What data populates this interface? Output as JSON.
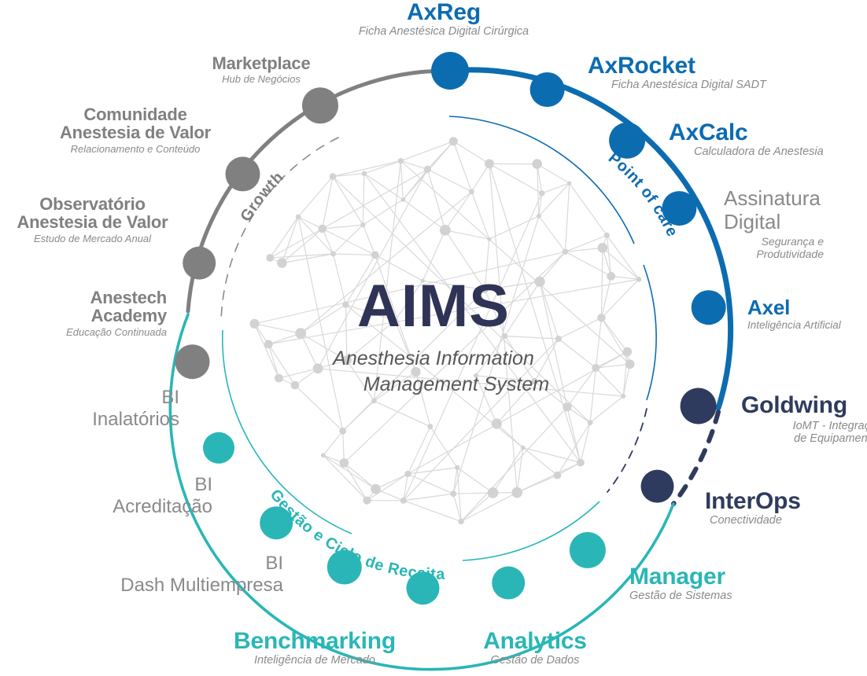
{
  "center": {
    "acronym": "AIMS",
    "expansion_line1": "Anesthesia Information",
    "expansion_line2": "Management System"
  },
  "arc_labels": {
    "growth": "Growth",
    "point_of_care": "Point of care",
    "revenue": "Gestão e Ciclo de Receita"
  },
  "colors": {
    "blue": "#0c6cb0",
    "teal": "#2ab6b6",
    "navy": "#2f3b5e",
    "gray": "#808080",
    "light_gray": "#d4d4d4",
    "navy_text": "#2f3356",
    "subtitle_gray": "#8a8a8a"
  },
  "nodes": [
    {
      "id": "axreg",
      "title": "AxReg",
      "title2": "",
      "subtitle": "Ficha Anestésica Digital Cirúrgica",
      "group": "point_of_care",
      "color": "#0c6cb0",
      "style": "brand"
    },
    {
      "id": "axrocket",
      "title": "AxRocket",
      "title2": "",
      "subtitle": "Ficha Anestésica Digital SADT",
      "group": "point_of_care",
      "color": "#0c6cb0",
      "style": "brand"
    },
    {
      "id": "axcalc",
      "title": "AxCalc",
      "title2": "",
      "subtitle": "Calculadora de Anestesia",
      "group": "point_of_care",
      "color": "#0c6cb0",
      "style": "brand"
    },
    {
      "id": "assinatura",
      "title": "Assinatura",
      "title2": "Digital",
      "subtitle": "Segurança e\nProdutividade",
      "group": "point_of_care",
      "color": "#8a8a8a",
      "style": "plain"
    },
    {
      "id": "axel",
      "title": "Axel",
      "title2": "",
      "subtitle": "Inteligência Artificial",
      "group": "point_of_care",
      "color": "#0c6cb0",
      "style": "brand"
    },
    {
      "id": "goldwing",
      "title": "Goldwing",
      "title2": "",
      "subtitle": "IoMT - Integração\nde Equipamentos",
      "group": "interop",
      "color": "#2f3b5e",
      "style": "brand"
    },
    {
      "id": "interops",
      "title": "InterOps",
      "title2": "",
      "subtitle": "Conectividade",
      "group": "interop",
      "color": "#2f3b5e",
      "style": "brand"
    },
    {
      "id": "manager",
      "title": "Manager",
      "title2": "",
      "subtitle": "Gestão de Sistemas",
      "group": "revenue",
      "color": "#2ab6b6",
      "style": "brand"
    },
    {
      "id": "analytics",
      "title": "Analytics",
      "title2": "",
      "subtitle": "Gestão de Dados",
      "group": "revenue",
      "color": "#2ab6b6",
      "style": "brand"
    },
    {
      "id": "benchmarking",
      "title": "Benchmarking",
      "title2": "",
      "subtitle": "Inteligência de Mercado",
      "group": "revenue",
      "color": "#2ab6b6",
      "style": "brand"
    },
    {
      "id": "bi-dash",
      "title": "BI",
      "title2": "Dash Multiempresa",
      "subtitle": "",
      "group": "revenue",
      "color": "#8a8a8a",
      "style": "plain"
    },
    {
      "id": "bi-acred",
      "title": "BI",
      "title2": "Acreditação",
      "subtitle": "",
      "group": "revenue",
      "color": "#8a8a8a",
      "style": "plain"
    },
    {
      "id": "bi-inal",
      "title": "BI",
      "title2": "Inalatórios",
      "subtitle": "",
      "group": "revenue",
      "color": "#8a8a8a",
      "style": "plain"
    },
    {
      "id": "academy",
      "title": "Anestech",
      "title2": "Academy",
      "subtitle": "Educação Continuada",
      "group": "growth",
      "color": "#808080",
      "style": "brand"
    },
    {
      "id": "observatorio",
      "title": "Observatório",
      "title2": "Anestesia de Valor",
      "subtitle": "Estudo de Mercado Anual",
      "group": "growth",
      "color": "#808080",
      "style": "brand"
    },
    {
      "id": "comunidade",
      "title": "Comunidade",
      "title2": "Anestesia de Valor",
      "subtitle": "Relacionamento e Conteúdo",
      "group": "growth",
      "color": "#808080",
      "style": "brand"
    },
    {
      "id": "marketplace",
      "title": "Marketplace",
      "title2": "",
      "subtitle": "Hub de Negócios",
      "group": "growth",
      "color": "#808080",
      "style": "brand"
    }
  ]
}
